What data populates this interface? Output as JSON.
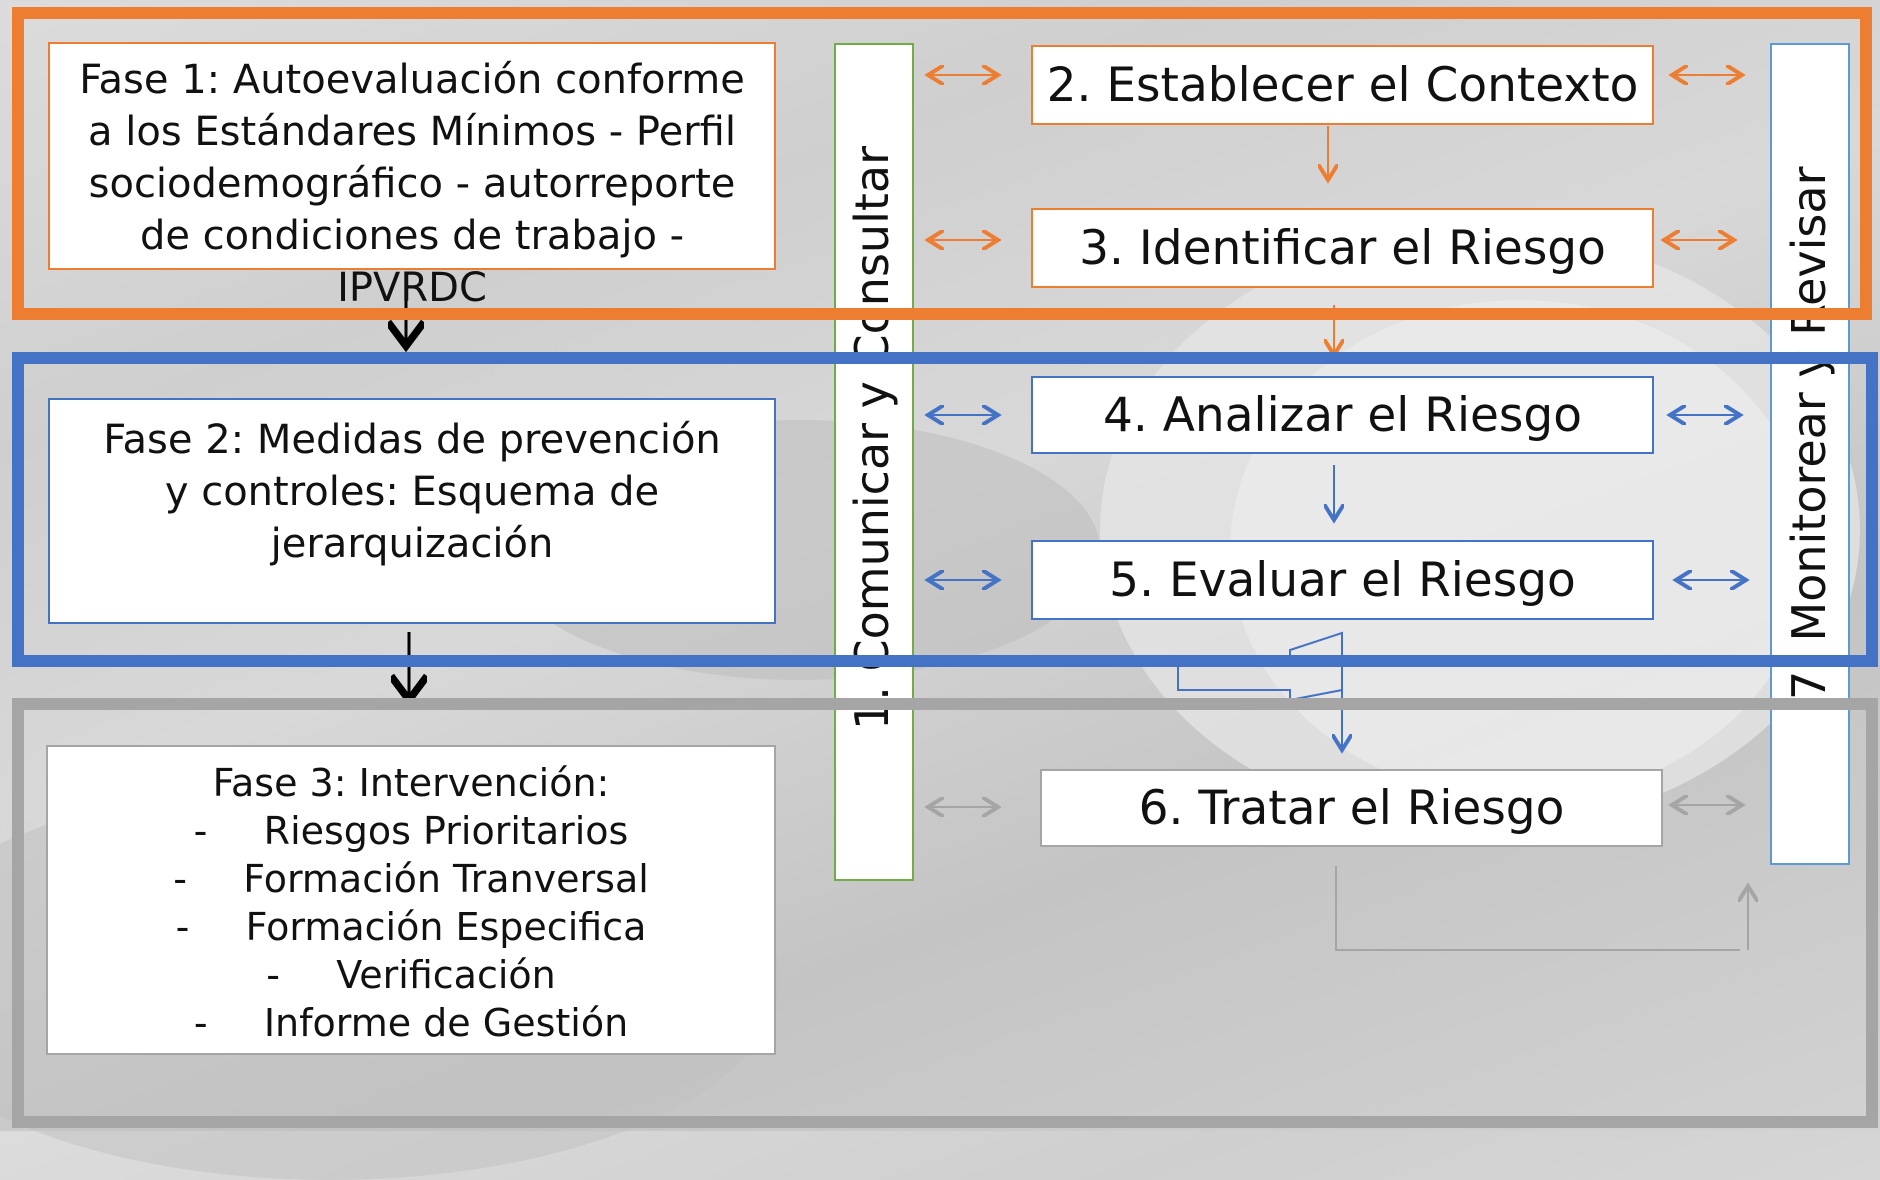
{
  "phases": [
    {
      "text": "Fase 1:  Autoevaluación conforme a los Estándares Mínimos - Perfil sociodemográfico - autorreporte de condiciones de trabajo - IPVRDC",
      "color": "#ED7D31"
    },
    {
      "text": "Fase 2: Medidas de prevención y controles: Esquema de jerarquización",
      "color": "#4472C4"
    },
    {
      "title": "Fase 3: Intervención:",
      "items": [
        "Riesgos Prioritarios",
        "Formación Tranversal",
        "Formación Especifica",
        "Verificación",
        "Informe de Gestión"
      ],
      "color": "#A5A5A5"
    }
  ],
  "steps": [
    {
      "label": "2. Establecer el Contexto"
    },
    {
      "label": "3. Identificar el Riesgo"
    },
    {
      "label": "4. Analizar el Riesgo"
    },
    {
      "label": "5. Evaluar el Riesgo"
    },
    {
      "label": "6. Tratar el Riesgo"
    }
  ],
  "side_columns": {
    "left_label": "1. Comunicar y Consultar",
    "right_label": "7. Monitorear y Revisar",
    "left_color": "#70AD47",
    "right_color": "#5B9BD5"
  },
  "colors": {
    "orange": "#ED7D31",
    "blue": "#4472C4",
    "gray": "#A5A5A5",
    "down_arrow": "#000000"
  },
  "icons": {
    "bidir_arrow": "left-right-arrow-icon",
    "down_arrow": "down-arrow-icon",
    "return_arrow": "return-arrow-icon"
  }
}
